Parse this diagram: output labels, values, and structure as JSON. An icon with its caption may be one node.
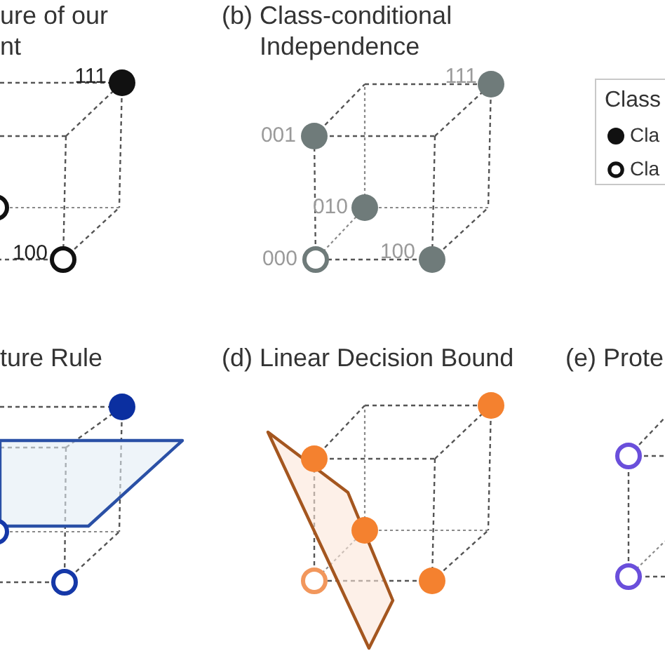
{
  "diagram": {
    "labels": [
      "ure of our nt",
      "(b) Class-conditional Independence",
      "111",
      "111",
      "Class",
      "001",
      "010",
      "100",
      "000",
      "100",
      "ture Rule",
      "(d) Linear Decision Bound",
      "(e) Prote"
    ],
    "legend": [
      {
        "text": "Cla"
      },
      {
        "text": "Cla"
      }
    ]
  }
}
